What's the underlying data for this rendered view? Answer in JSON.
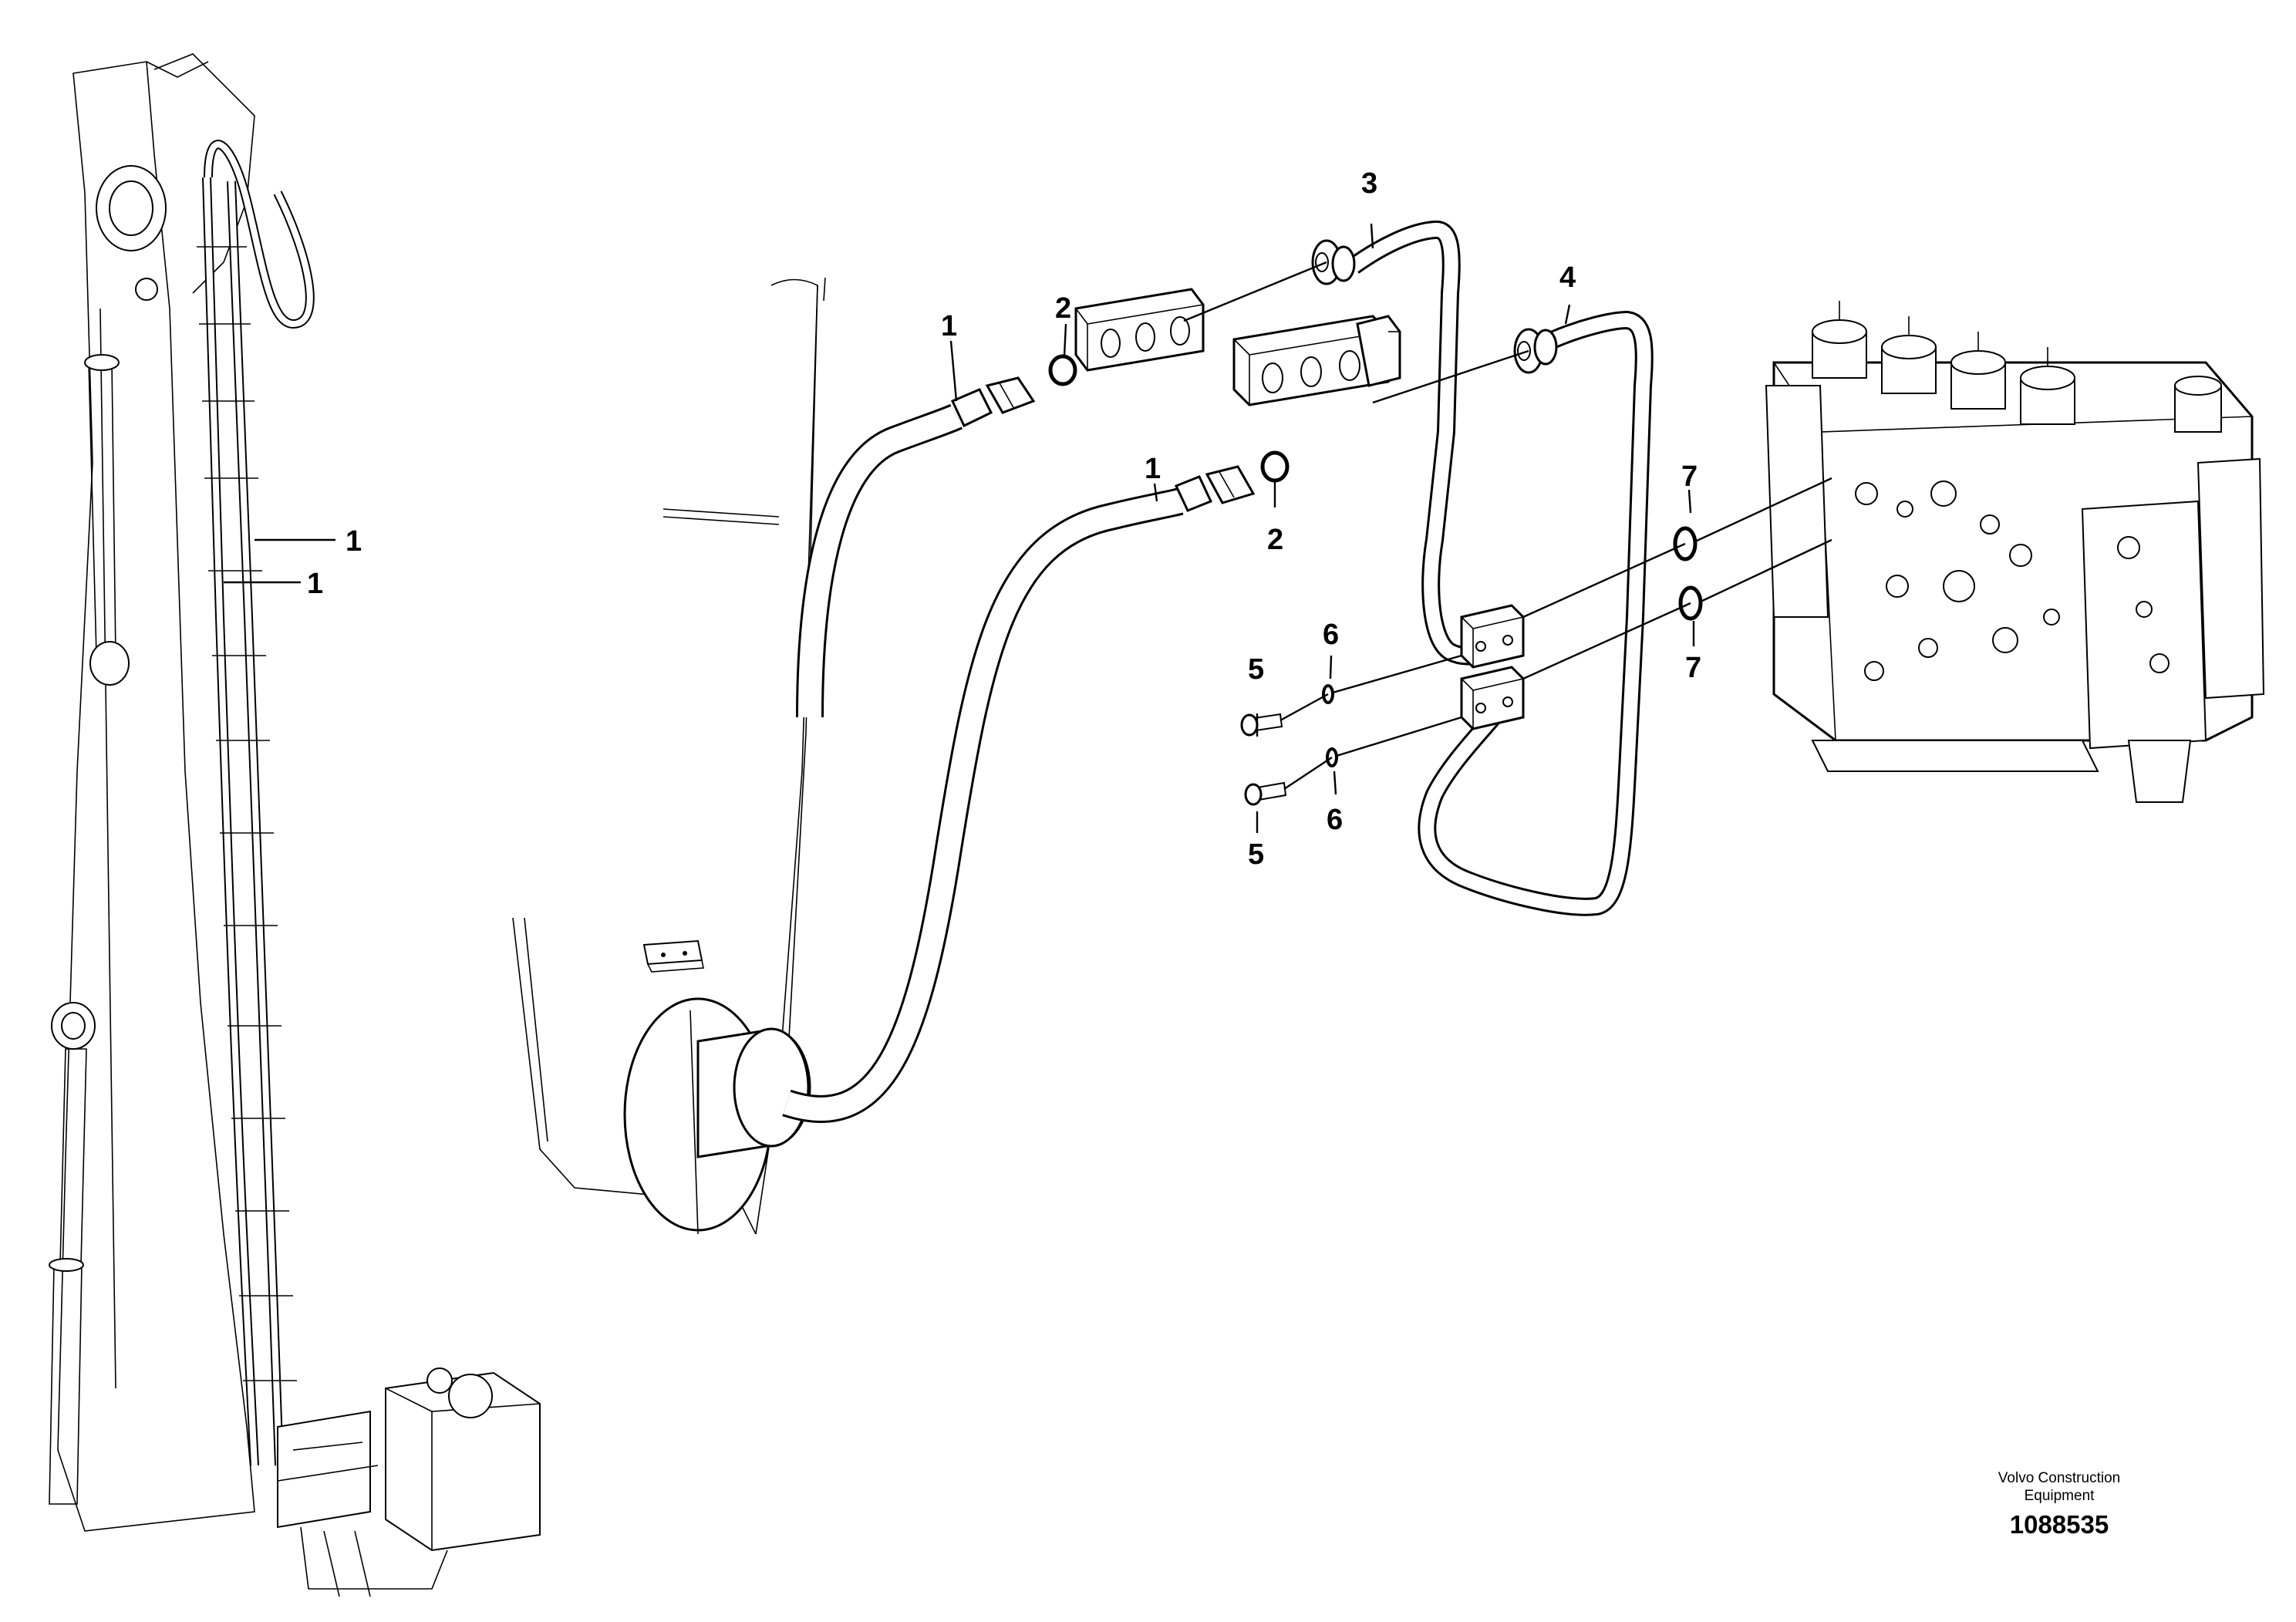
{
  "callouts": [
    {
      "id": "c1a",
      "label": "1"
    },
    {
      "id": "c1b",
      "label": "1"
    },
    {
      "id": "c1c",
      "label": "1"
    },
    {
      "id": "c1d",
      "label": "1"
    },
    {
      "id": "c2a",
      "label": "2"
    },
    {
      "id": "c2b",
      "label": "2"
    },
    {
      "id": "c3",
      "label": "3"
    },
    {
      "id": "c4",
      "label": "4"
    },
    {
      "id": "c5a",
      "label": "5"
    },
    {
      "id": "c5b",
      "label": "5"
    },
    {
      "id": "c6a",
      "label": "6"
    },
    {
      "id": "c6b",
      "label": "6"
    },
    {
      "id": "c7a",
      "label": "7"
    },
    {
      "id": "c7b",
      "label": "7"
    }
  ],
  "reference": {
    "company_line1": "Volvo Construction",
    "company_line2": "Equipment",
    "drawing_number": "1088535"
  }
}
